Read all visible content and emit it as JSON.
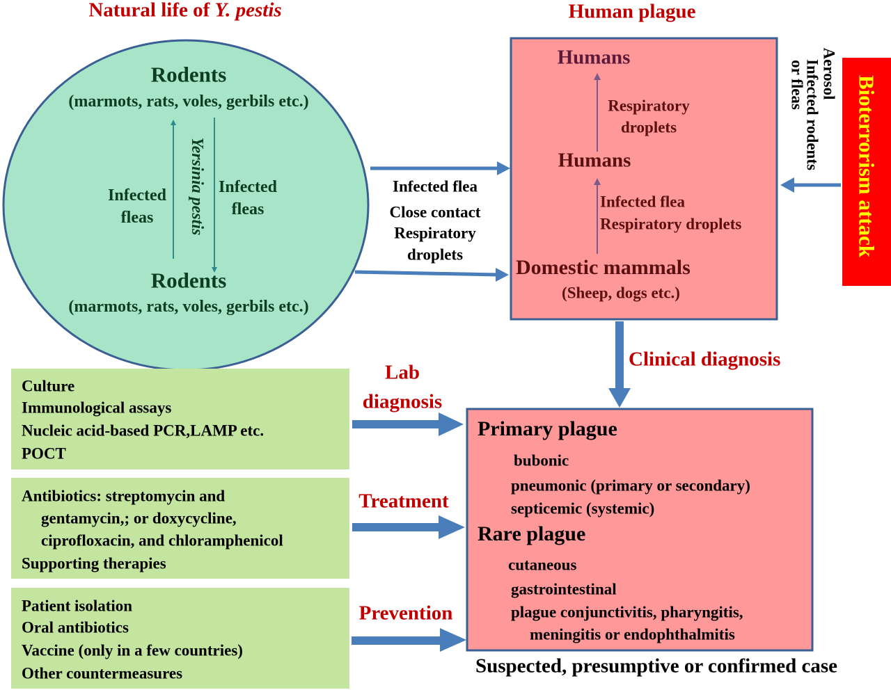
{
  "titles": {
    "natural_life_prefix": "Natural life of ",
    "natural_life_species": "Y. pestis",
    "human_plague": "Human plague"
  },
  "natural_cycle": {
    "rodents_top": "Rodents",
    "rodents_top_examples": "(marmots, rats, voles, gerbils etc.)",
    "infected_fleas_left": [
      "Infected",
      "fleas"
    ],
    "pathogen": "Yersinia pestis",
    "infected_fleas_right": [
      "Infected",
      "fleas"
    ],
    "rodents_bottom": "Rodents",
    "rodents_bottom_examples": "(marmots, rats, voles, gerbils etc.)"
  },
  "transmission_to_humans": [
    "Infected flea",
    "Close contact",
    "Respiratory",
    "droplets"
  ],
  "human_plague_box": {
    "humans_top": "Humans",
    "respiratory_droplets": [
      "Respiratory",
      "droplets"
    ],
    "humans_middle": "Humans",
    "routes": [
      "Infected flea",
      "Respiratory droplets"
    ],
    "domestic_mammals": "Domestic mammals",
    "domestic_examples": "(Sheep, dogs etc.)"
  },
  "bioterrorism": {
    "label": "Bioterrorism attack",
    "routes": [
      "Aerosol",
      "Infected rodents",
      "or fleas"
    ]
  },
  "clinical_diagnosis": "Clinical diagnosis",
  "lab_diagnosis": {
    "label": [
      "Lab",
      "diagnosis"
    ],
    "items": [
      "Culture",
      "Immunological assays",
      "Nucleic acid-based PCR,LAMP etc.",
      "POCT"
    ]
  },
  "treatment": {
    "label": "Treatment",
    "items": [
      "Antibiotics: streptomycin and",
      "gentamycin,; or doxycycline,",
      "ciprofloxacin, and chloramphenicol",
      "Supporting therapies"
    ]
  },
  "prevention": {
    "label": "Prevention",
    "items": [
      "Patient isolation",
      "Oral antibiotics",
      "Vaccine (only in a few countries)",
      "Other countermeasures"
    ]
  },
  "plague_forms": {
    "primary_title": "Primary plague",
    "primary_items": [
      "bubonic",
      "pneumonic (primary or secondary)",
      "septicemic (systemic)"
    ],
    "rare_title": "Rare plague",
    "rare_items": [
      "cutaneous",
      "gastrointestinal",
      "plague conjunctivitis, pharyngitis,",
      "meningitis or endophthalmitis"
    ]
  },
  "case_caption": "Suspected, presumptive or confirmed case",
  "colors": {
    "title_red": "#c00000",
    "circle_fill": "#a8e4c8",
    "box_pink": "#ff9999",
    "box_green": "#c4e5a0",
    "arrow_blue": "#4a7ebb",
    "bioterrorism_red": "#ff0000",
    "bioterrorism_text": "#ffff00"
  }
}
